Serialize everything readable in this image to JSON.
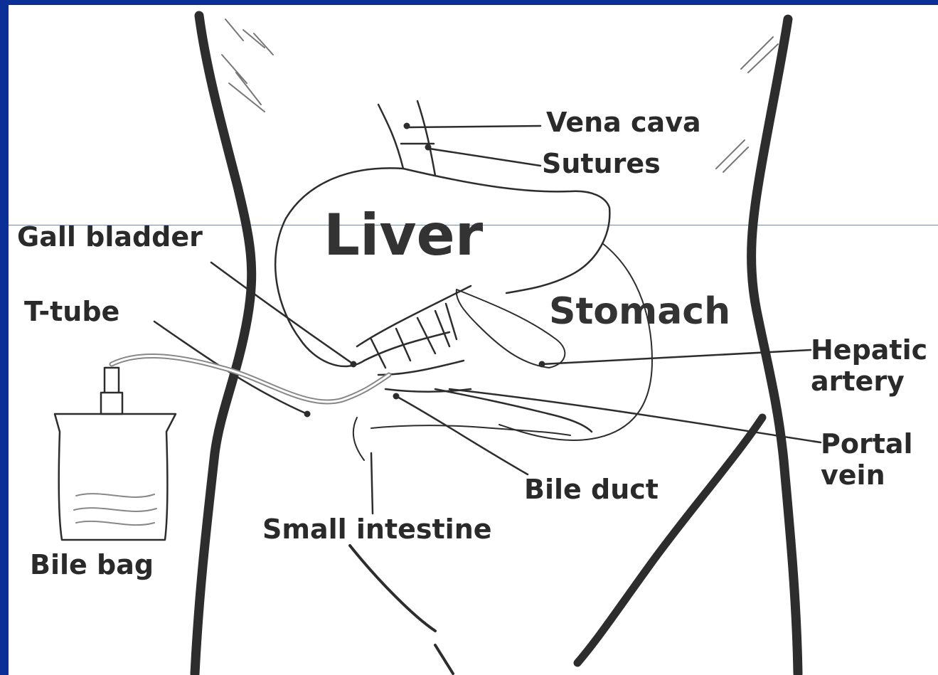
{
  "diagram": {
    "labels": {
      "vena_cava": "Vena cava",
      "sutures": "Sutures",
      "liver": "Liver",
      "gall_bladder": "Gall bladder",
      "t_tube": "T-tube",
      "stomach": "Stomach",
      "hepatic_artery": "Hepatic\nartery",
      "portal_vein": "Portal\nvein",
      "bile_duct": "Bile duct",
      "small_intestine": "Small intestine",
      "bile_bag": "Bile bag"
    },
    "colors": {
      "frame_border": "#0b2f96",
      "background": "#ffffff",
      "ink": "#2a2a2a",
      "divider_line": "#6f8fc4"
    }
  }
}
